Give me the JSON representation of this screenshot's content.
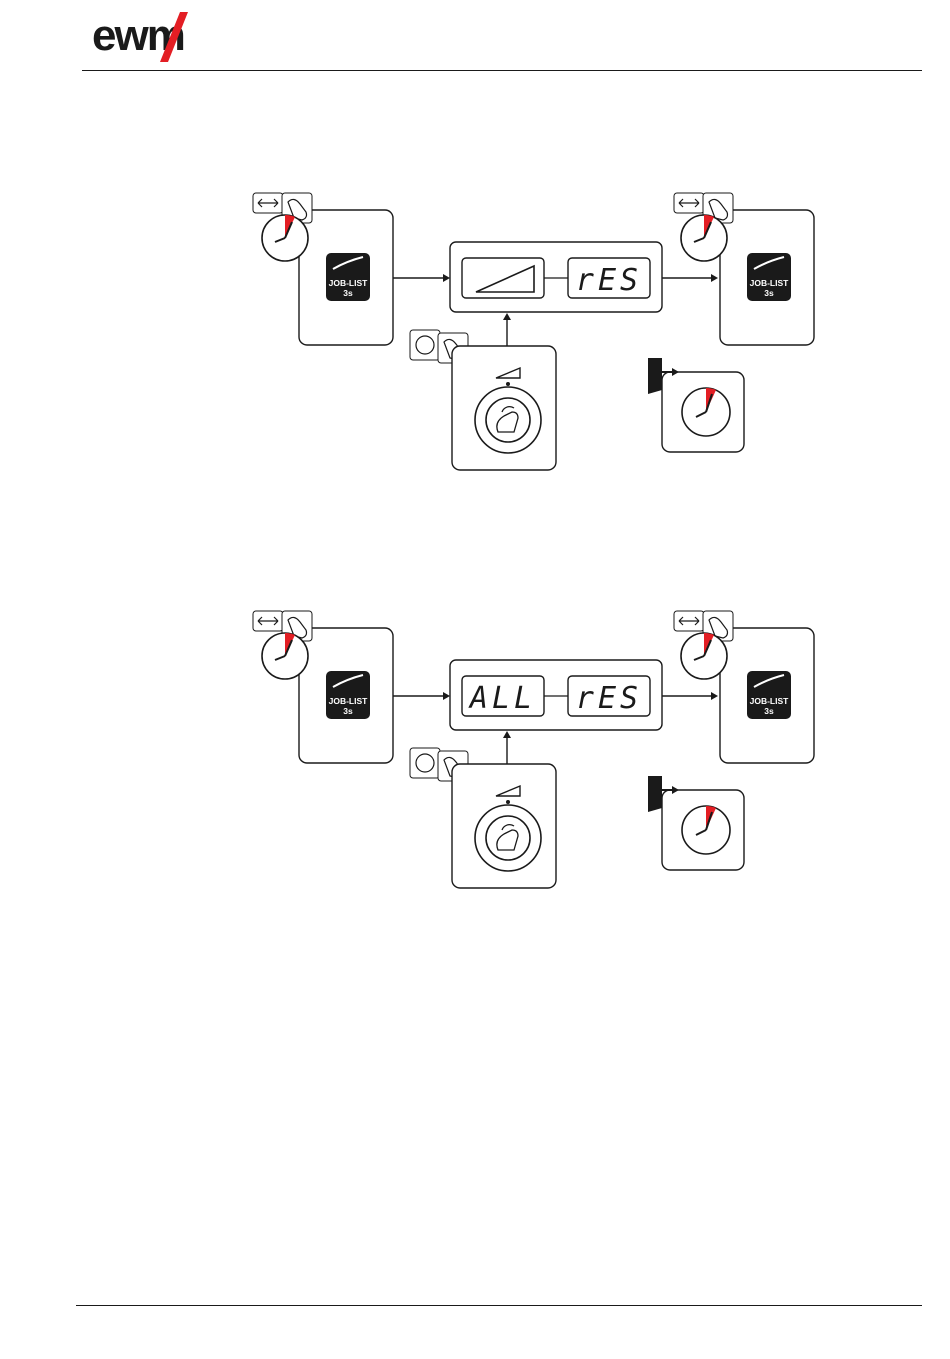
{
  "brand": {
    "name": "ewm"
  },
  "icons": {
    "timer": "stopwatch-icon",
    "toggle": "arrow-toggle-icon",
    "press": "press-hand-icon",
    "rotate": "rotary-knob-icon",
    "exit": "exit-door-icon",
    "torch": "welding-torch-icon",
    "ramp": "ramp-icon"
  },
  "colors": {
    "accent": "#e31e24",
    "ink": "#1a1a1a",
    "panel": "#ffffff"
  },
  "diagrams": [
    {
      "id": "reset-ramp",
      "left_display": "",
      "right_display": "rES",
      "job_button": {
        "line1": "JOB-LIST",
        "line2": "3s"
      },
      "job_button_end": {
        "line1": "JOB-LIST",
        "line2": "3s"
      }
    },
    {
      "id": "reset-all",
      "left_display": "ALL",
      "right_display": "rES",
      "job_button": {
        "line1": "JOB-LIST",
        "line2": "3s"
      },
      "job_button_end": {
        "line1": "JOB-LIST",
        "line2": "3s"
      }
    }
  ]
}
